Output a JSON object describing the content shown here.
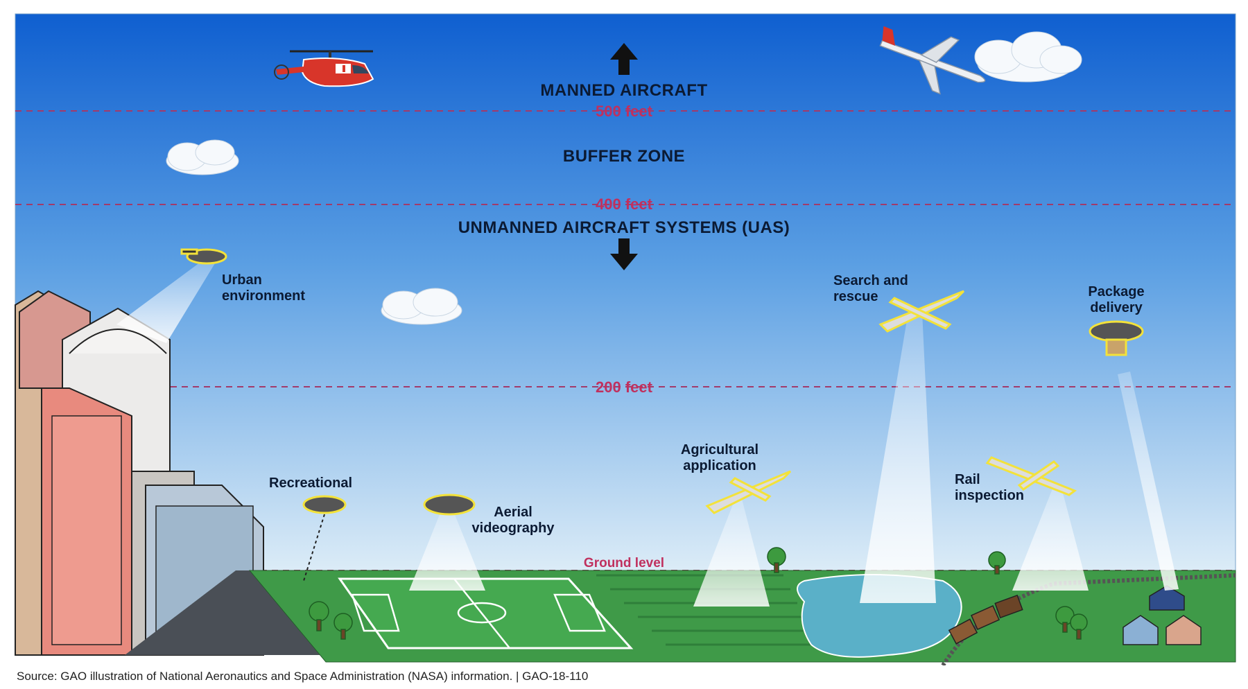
{
  "zones": {
    "manned": "MANNED AIRCRAFT",
    "buffer": "BUFFER ZONE",
    "uas": "UNMANNED AIRCRAFT SYSTEMS (UAS)"
  },
  "altitudes": {
    "a500": "500 feet",
    "a400": "400 feet",
    "a200": "200 feet",
    "ground": "Ground level"
  },
  "uses": {
    "urban": [
      "Urban",
      "environment"
    ],
    "recreational": "Recreational",
    "aerial": [
      "Aerial",
      "videography"
    ],
    "agricultural": [
      "Agricultural",
      "application"
    ],
    "search": [
      "Search and",
      "rescue"
    ],
    "rail": [
      "Rail",
      "inspection"
    ],
    "package": [
      "Package",
      "delivery"
    ]
  },
  "source": "Source: GAO illustration of National Aeronautics and Space Administration (NASA) information.  |  GAO-18-110",
  "colors": {
    "sky_top": "#0f5fd0",
    "sky_bottom": "#dcecf7",
    "altitude_line": "#a23a6a",
    "grass": "#3f9a48",
    "water": "#5ab0c8"
  }
}
